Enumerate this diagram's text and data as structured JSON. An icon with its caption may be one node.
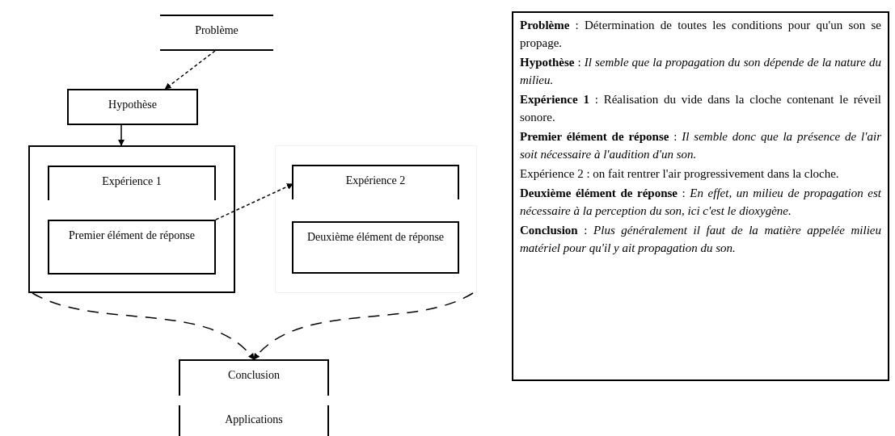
{
  "diagram": {
    "nodes": [
      {
        "text": [
          "Problème"
        ]
      },
      {
        "text": [
          "Hypothèse"
        ]
      },
      {
        "text": [],
        "shape": "box"
      },
      {
        "text": [
          "Expérience 1"
        ],
        "in": 2
      },
      {
        "text": [
          "Premier élément de réponse"
        ],
        "in": 2
      },
      {
        "text": [],
        "shape": "box"
      },
      {
        "text": [
          "Expérience 2"
        ],
        "in": 5
      },
      {
        "text": [
          "Deuxième élément de réponse"
        ],
        "in": 5
      },
      {
        "text": [
          "Conclusion"
        ]
      },
      {
        "text": [
          "Applications"
        ]
      },
      {
        "text": [
          "**Problème** : Détermination de toutes les conditions pour qu'un son se propage.",
          "**Hypothèse** : *Il semble que la propagation du son dépende de la nature du milieu.*",
          "**Expérience 1** : Réalisation du vide dans la cloche contenant le réveil sonore.",
          "**Premier élément de réponse** : *Il semble donc que la présence de l'air soit nécessaire à l'audition d'un son.*",
          "Expérience 2 : on fait rentrer l'air progressivement dans la cloche.",
          "**Deuxième élément de réponse** : *En effet, un milieu de propagation est nécessaire à la perception du son, ici c'est le dioxygène.*",
          "**Conclusion** : *Plus généralement il faut de la matière appelée milieu matériel pour qu'il y ait propagation du son.*"
        ]
      }
    ],
    "edges": [
      {
        "from": 0,
        "to": 1,
        "arrow": "to",
        "style": "dashed"
      },
      {
        "from": 1,
        "to": 2,
        "arrow": "to"
      },
      {
        "from": 4,
        "to": 6,
        "arrow": "to",
        "style": "dashed"
      },
      {
        "from": 2,
        "to": 8,
        "arrow": "to",
        "style": "dashed"
      },
      {
        "from": 5,
        "to": 8,
        "arrow": "to",
        "style": "dashed"
      }
    ]
  }
}
